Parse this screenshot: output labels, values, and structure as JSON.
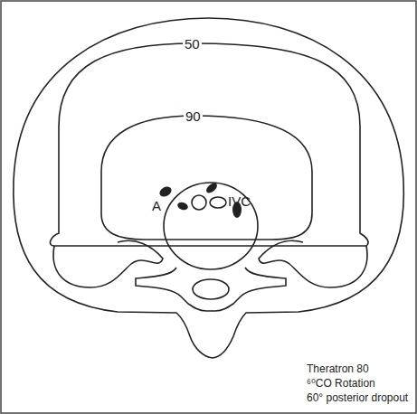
{
  "diagram": {
    "labels": [
      "50",
      "90",
      "A",
      "IVC",
      "Theratron 80",
      "⁶⁰CO Rotation",
      "60° posterior dropout"
    ]
  }
}
